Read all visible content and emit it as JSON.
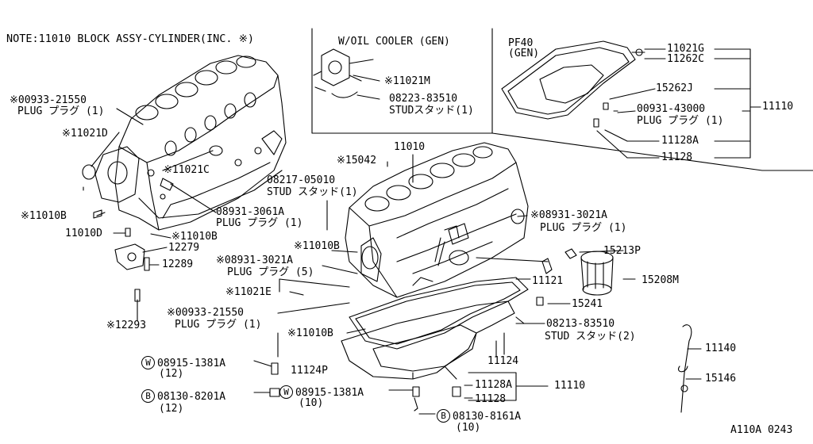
{
  "note": "NOTE:11010 BLOCK ASSY-CYLINDER(INC. ※)",
  "oil_cooler_title": "W/OIL COOLER (GEN)",
  "pan_variant": [
    "PF40",
    "(GEN)"
  ],
  "diagram_code": "A110A 0243",
  "labels": {
    "p_00933_21550_a": "※00933-21550",
    "p_00933_21550_a_desc": "PLUG プラグ (1)",
    "p_11021d": "※11021D",
    "p_11021c": "※11021C",
    "p_11010b_a": "※11010B",
    "p_11010d": "11010D",
    "p_11010b_b": "※11010B",
    "p_12279": "12279",
    "p_12289": "12289",
    "p_12293": "※12293",
    "p_08931_3061a": "08931-3061A",
    "p_08931_3061a_desc": "PLUG プラグ (1)",
    "p_11021m": "※11021M",
    "p_08223_83510": "08223-83510",
    "p_08223_83510_desc": "STUDスタッド(1)",
    "p_11021g": "11021G",
    "p_11262c": "11262C",
    "p_15262j": "15262J",
    "p_00931_43000": "00931-43000",
    "p_00931_43000_desc": "PLUG プラグ (1)",
    "p_11110_top": "11110",
    "p_11128a_top": "11128A",
    "p_11128_top": "11128",
    "p_15042": "※15042",
    "p_11010": "11010",
    "p_08217_05010": "08217-05010",
    "p_08217_05010_desc": "STUD スタッド(1)",
    "p_08931_3021a_a": "※08931-3021A",
    "p_08931_3021a_a_desc": "PLUG プラグ (1)",
    "p_11010b_c": "※11010B",
    "p_08931_3021a_b": "※08931-3021A",
    "p_08931_3021a_b_desc": "PLUG プラグ (5)",
    "p_15213p": "15213P",
    "p_11121": "11121",
    "p_15208m": "15208M",
    "p_11021e": "※11021E",
    "p_15241": "15241",
    "p_00933_21550_b": "※00933-21550",
    "p_00933_21550_b_desc": "PLUG プラグ (1)",
    "p_08213_83510": "08213-83510",
    "p_08213_83510_desc": "STUD スタッド(2)",
    "p_11010b_d": "※11010B",
    "p_11124": "11124",
    "p_08915_1381a_a": "08915-1381A",
    "p_08915_1381a_a_qty": "(12)",
    "p_11124p": "11124P",
    "p_11140": "11140",
    "p_15146": "15146",
    "p_08130_8201a": "08130-8201A",
    "p_08130_8201a_qty": "(12)",
    "p_08915_1381a_b": "08915-1381A",
    "p_08915_1381a_b_qty": "(10)",
    "p_11128a_bot": "11128A",
    "p_11128_bot": "11128",
    "p_11110_bot": "11110",
    "p_08130_8161a": "08130-8161A",
    "p_08130_8161a_qty": "(10)"
  },
  "circle_marks": {
    "w1": "W",
    "b1": "B",
    "w2": "W",
    "b2": "B"
  }
}
